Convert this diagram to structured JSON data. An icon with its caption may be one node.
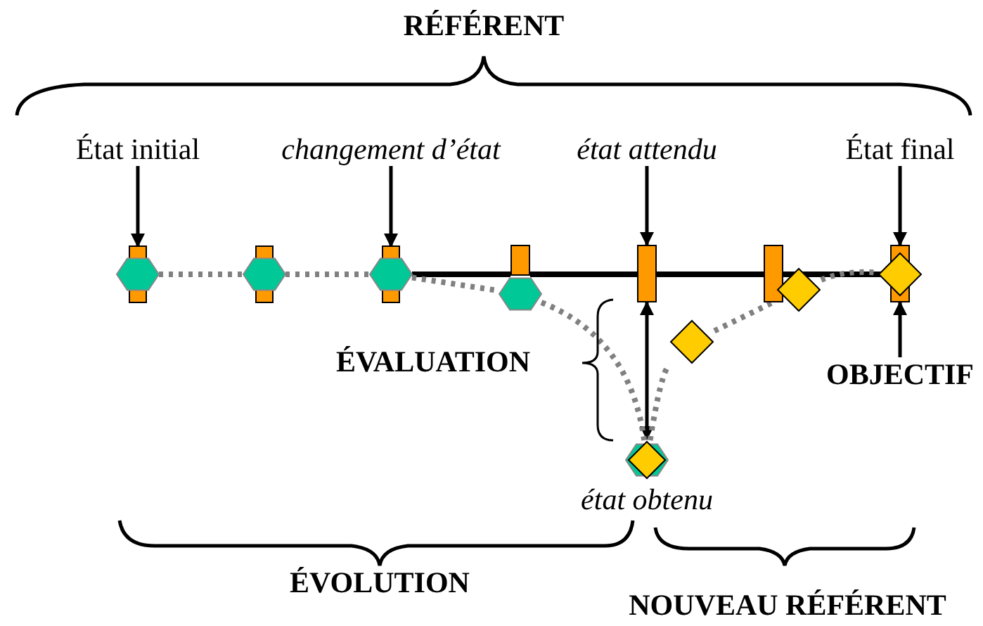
{
  "diagram": {
    "nodes": [
      {
        "text": [
          "État initial"
        ]
      },
      {
        "text": [
          "changement d’état"
        ]
      },
      {
        "text": [
          "état attendu"
        ]
      },
      {
        "text": [
          "État final"
        ]
      },
      {
        "text": [],
        "shape": "hexagon"
      },
      {
        "text": [],
        "shape": "hexagon"
      },
      {
        "text": [],
        "shape": "hexagon"
      },
      {
        "text": [],
        "shape": "bar"
      },
      {
        "text": [],
        "shape": "hexagon"
      },
      {
        "text": [],
        "shape": "bar"
      },
      {
        "text": [],
        "shape": "bar"
      },
      {
        "text": [],
        "shape": "diamond"
      },
      {
        "text": [],
        "shape": "bar"
      },
      {
        "text": [],
        "shape": "diamond"
      },
      {
        "text": [],
        "shape": "diamond"
      },
      {
        "text": [
          "OBJECTIF"
        ]
      },
      {
        "text": [],
        "shape": "hexagon"
      },
      {
        "text": [],
        "shape": "diamond",
        "beside": [
          "état obtenu"
        ]
      }
    ],
    "edges": [
      {
        "from": 0,
        "to": 4,
        "arrow": "to"
      },
      {
        "from": 1,
        "to": 6,
        "arrow": "to"
      },
      {
        "from": 2,
        "to": 9,
        "arrow": "to"
      },
      {
        "from": 3,
        "to": 12,
        "arrow": "to"
      },
      {
        "from": 15,
        "to": 12,
        "arrow": "to"
      },
      {
        "from": 17,
        "to": 9,
        "arrow": "both"
      },
      {
        "from": 4,
        "to": 5,
        "arrow": "none",
        "style": "dashed",
        "color": "#808080"
      },
      {
        "from": 5,
        "to": 6,
        "arrow": "none",
        "style": "dashed",
        "color": "#808080"
      },
      {
        "from": 6,
        "to": 7,
        "arrow": "none"
      },
      {
        "from": 7,
        "to": 9,
        "arrow": "none"
      },
      {
        "from": 9,
        "to": 10,
        "arrow": "none"
      },
      {
        "from": 10,
        "to": 12,
        "arrow": "none"
      },
      {
        "from": 6,
        "to": 8,
        "arrow": "none",
        "style": "dashed",
        "color": "#808080"
      },
      {
        "from": 8,
        "to": 17,
        "arrow": "none",
        "style": "dashed",
        "color": "#808080"
      },
      {
        "from": 17,
        "to": 14,
        "arrow": "none",
        "style": "dashed",
        "color": "#808080"
      },
      {
        "from": 14,
        "to": 11,
        "arrow": "none",
        "style": "dashed",
        "color": "#808080"
      },
      {
        "from": 11,
        "to": 13,
        "arrow": "none",
        "style": "dashed",
        "color": "#808080"
      }
    ],
    "labels": [
      "RÉFÉRENT",
      "ÉVALUATION",
      "ÉVOLUTION",
      "NOUVEAU RÉFÉRENT"
    ]
  }
}
